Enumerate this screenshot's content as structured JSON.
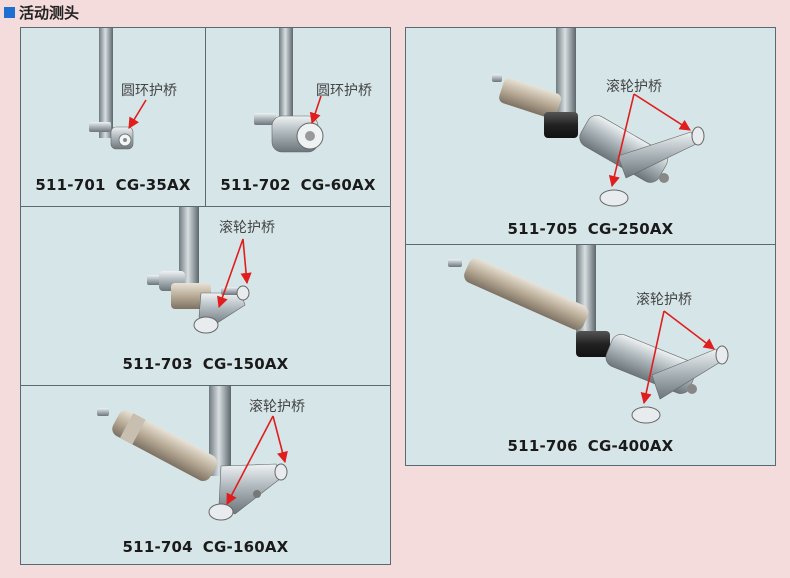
{
  "header": {
    "title": "活动测头"
  },
  "panels": [
    {
      "code": "511-701",
      "model": "CG-35AX",
      "label": "圆环护桥"
    },
    {
      "code": "511-702",
      "model": "CG-60AX",
      "label": "圆环护桥"
    },
    {
      "code": "511-703",
      "model": "CG-150AX",
      "label": "滚轮护桥"
    },
    {
      "code": "511-704",
      "model": "CG-160AX",
      "label": "滚轮护桥"
    },
    {
      "code": "511-705",
      "model": "CG-250AX",
      "label": "滚轮护桥"
    },
    {
      "code": "511-706",
      "model": "CG-400AX",
      "label": "滚轮护桥"
    }
  ],
  "colors": {
    "accent": "#1e6fd0",
    "panel_bg": "#d6e5e8",
    "page_bg": "#f5dcdc",
    "arrow": "#e01e1e"
  }
}
